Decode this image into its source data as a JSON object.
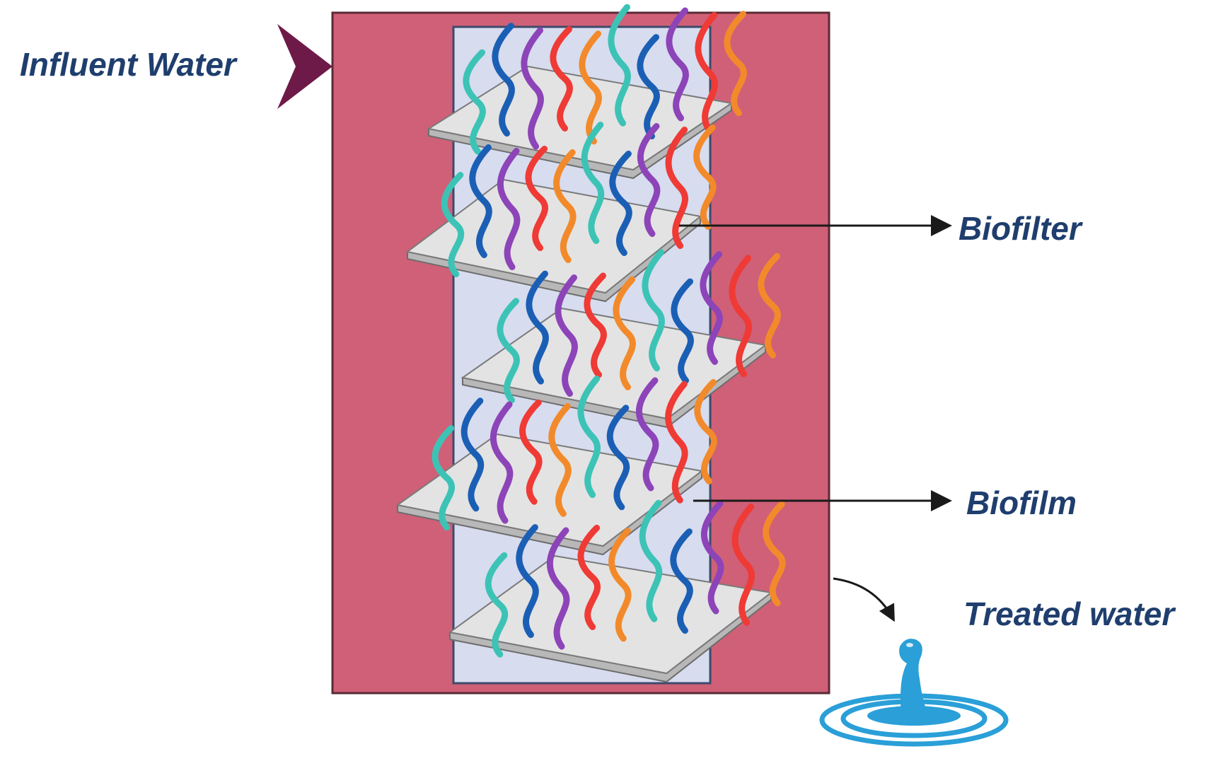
{
  "labels": {
    "influent": "Influent Water",
    "biofilter": "Biofilter",
    "biofilm": "Biofilm",
    "treated": "Treated water"
  },
  "colors": {
    "reactor_wall": "#cf6077",
    "filter_column": "#d7dcef",
    "plate": "#e3e3e3",
    "arrow_head": "#6e1a49",
    "label_text": "#1f3e6e",
    "water_drop": "#2a9fd8",
    "strand_colors": [
      "#3cc3b6",
      "#1b5fb5",
      "#8d44b8",
      "#ef3a35",
      "#f28a2b"
    ]
  },
  "diagram": {
    "plates": 5,
    "icons": [
      "inlet-arrow-icon",
      "pointer-arrow-icon",
      "curved-arrow-icon",
      "water-drop-icon"
    ]
  }
}
